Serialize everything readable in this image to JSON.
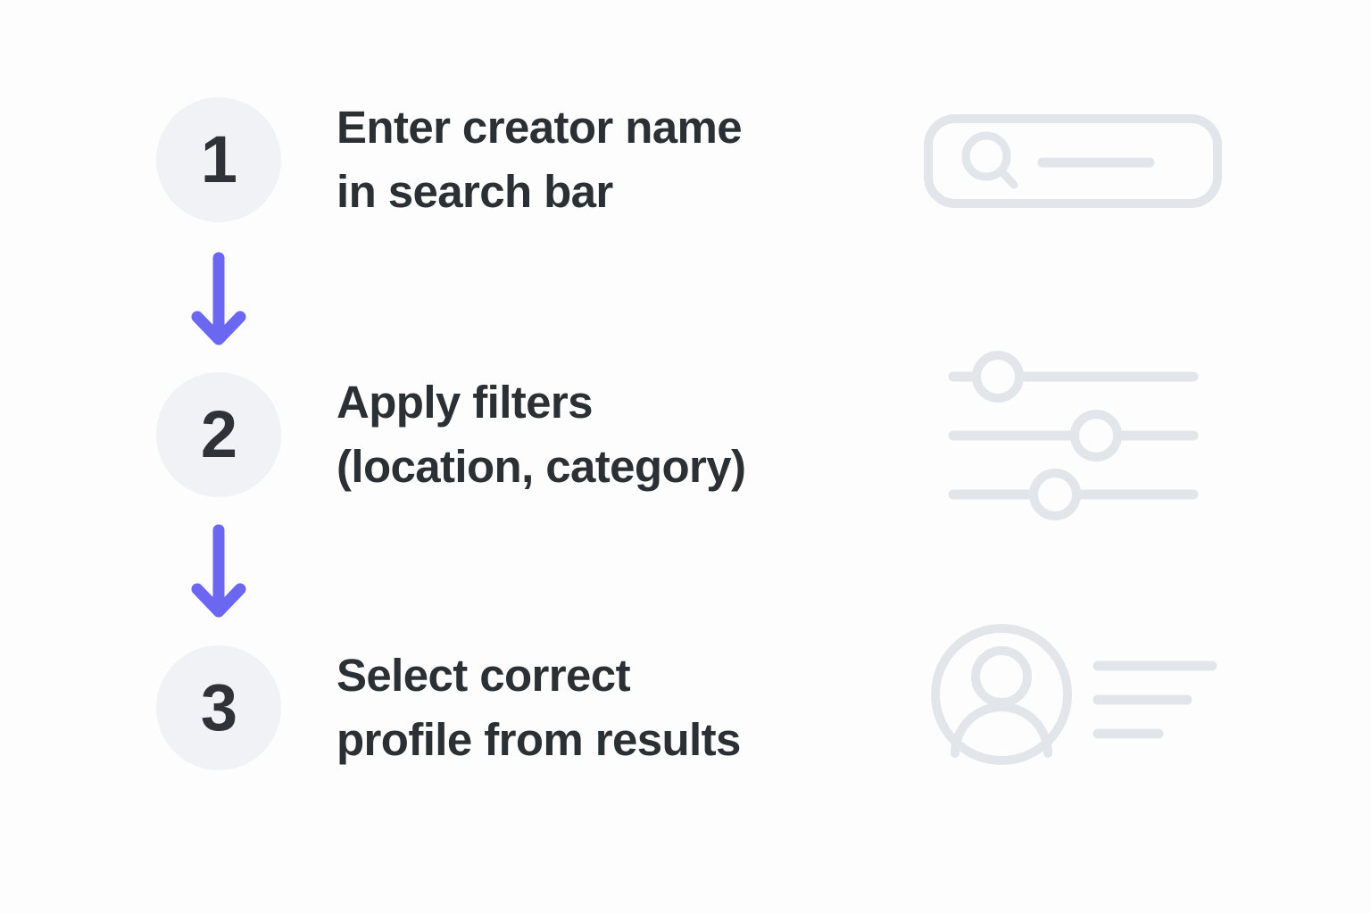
{
  "meta": {
    "background_color": "#fdfdfd",
    "accent_color": "#6c67f0",
    "badge_bg_color": "#f1f2f5",
    "text_color": "#2b3034",
    "icon_color": "#e2e6ea"
  },
  "steps": [
    {
      "number": "1",
      "lines": [
        "Enter creator name",
        "in search bar"
      ],
      "icon": "search-bar-icon"
    },
    {
      "number": "2",
      "lines": [
        "Apply filters",
        "(location, category)"
      ],
      "icon": "filter-sliders-icon"
    },
    {
      "number": "3",
      "lines": [
        "Select correct",
        "profile from results"
      ],
      "icon": "profile-result-icon"
    }
  ],
  "connectors": [
    {
      "name": "arrow-step1-to-step2",
      "direction": "down"
    },
    {
      "name": "arrow-step2-to-step3",
      "direction": "down"
    }
  ],
  "visuals": {
    "search_bar": {
      "placeholder_line": true,
      "magnifier": "search-icon"
    },
    "sliders": [
      {
        "label_position_percent": 18
      },
      {
        "label_position_percent": 57
      },
      {
        "label_position_percent": 42
      }
    ],
    "profile": {
      "avatar": "person-avatar-icon",
      "detail_lines": [
        3
      ]
    }
  }
}
